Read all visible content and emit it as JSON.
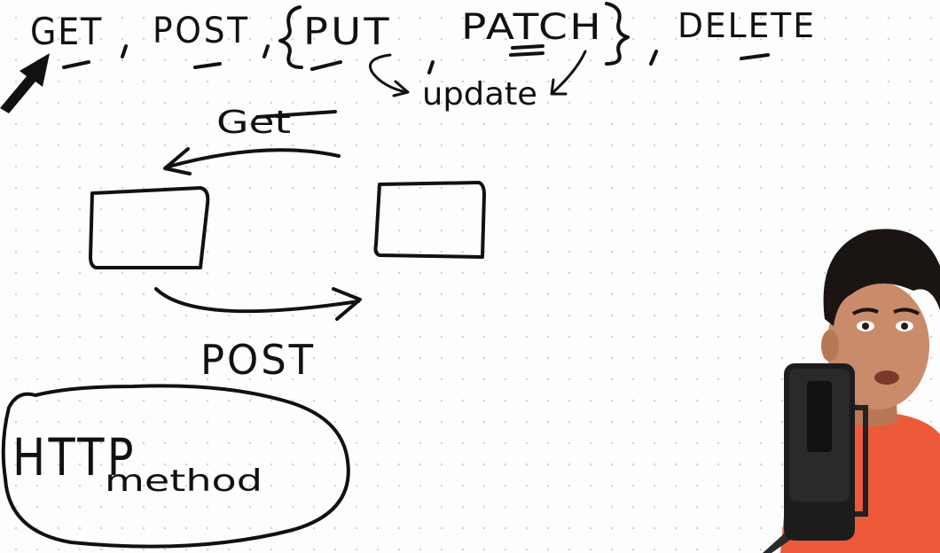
{
  "whiteboard": {
    "methods": {
      "get": "GET",
      "post": "POST",
      "put": "PUT",
      "patch": "PATCH",
      "delete": "DELETE"
    },
    "update_label": "update",
    "arrow_get_label": "Get",
    "arrow_post_label": "POST",
    "bubble": {
      "line1": "HTTP",
      "line2": "method"
    }
  },
  "colors": {
    "ink": "#111111",
    "board": "#fdfdfd",
    "shirt": "#ec5a3a",
    "skin": "#c98b6a",
    "hair": "#1a1512",
    "mic": "#1c1c1c"
  },
  "icons": {
    "presenter": "person-with-microphone"
  }
}
